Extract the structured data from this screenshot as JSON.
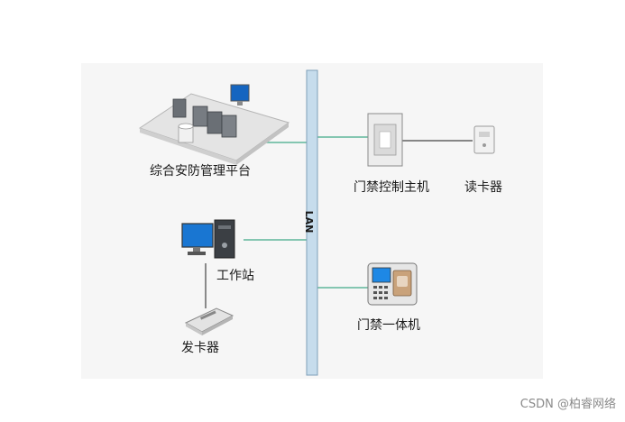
{
  "diagram": {
    "bus_label": "LAN",
    "nodes": {
      "platform": "综合安防管理平台",
      "workstation": "工作站",
      "card_issuer": "发卡器",
      "door_controller": "门禁控制主机",
      "card_reader": "读卡器",
      "door_terminal": "门禁一体机"
    }
  },
  "watermark": "CSDN @柏睿网络",
  "colors": {
    "background": "#ffffff",
    "panel": "#f6f6f6",
    "bus_fill": "#c6dcec",
    "bus_stroke": "#7e9fb8",
    "link": "#5fb59a",
    "link_dark": "#444444"
  }
}
